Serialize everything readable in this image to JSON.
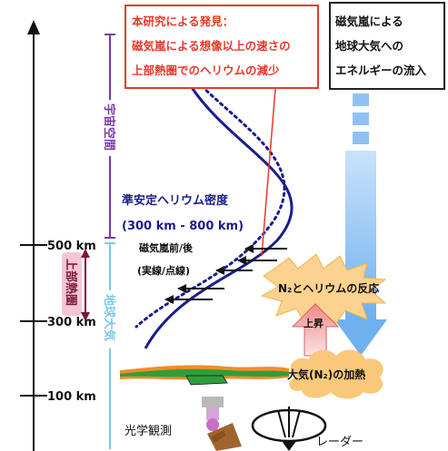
{
  "altitude_axis": {
    "ticks": [
      {
        "label": "500 km"
      },
      {
        "label": "300 km"
      },
      {
        "label": "100 km"
      }
    ]
  },
  "regions": {
    "space": "宇宙空間",
    "earth_atmosphere": "地球大気",
    "upper_thermosphere": "上部熱圏"
  },
  "finding_box": {
    "lines": [
      "本研究による発見：",
      "磁気嵐による想像以上の速さの",
      "上部熱圏でのヘリウムの減少"
    ]
  },
  "energy_box": {
    "lines": [
      "磁気嵐による",
      "地球大気への",
      "エネルギーの流入"
    ]
  },
  "helium_density": {
    "title": "準安定ヘリウム密度",
    "range": "(300 km - 800 km)",
    "storm_label": "磁気嵐前/後",
    "line_style_label": "(実線/点線)"
  },
  "reaction_label": "N₂とヘリウムの反応",
  "rise_label": "上昇",
  "heating_label": "大気(N₂)の加熱",
  "optical_label": "光学観測",
  "radar_label": "レーダー",
  "colors": {
    "red": "#e8392b",
    "navy": "#1a1d8c",
    "purple": "#7a3aa6",
    "cyan": "#7ec8ea",
    "flow_blue": "#8fc2f2",
    "heat_orange": "#f9c87a",
    "rise_pink": "#f5a6a6"
  }
}
